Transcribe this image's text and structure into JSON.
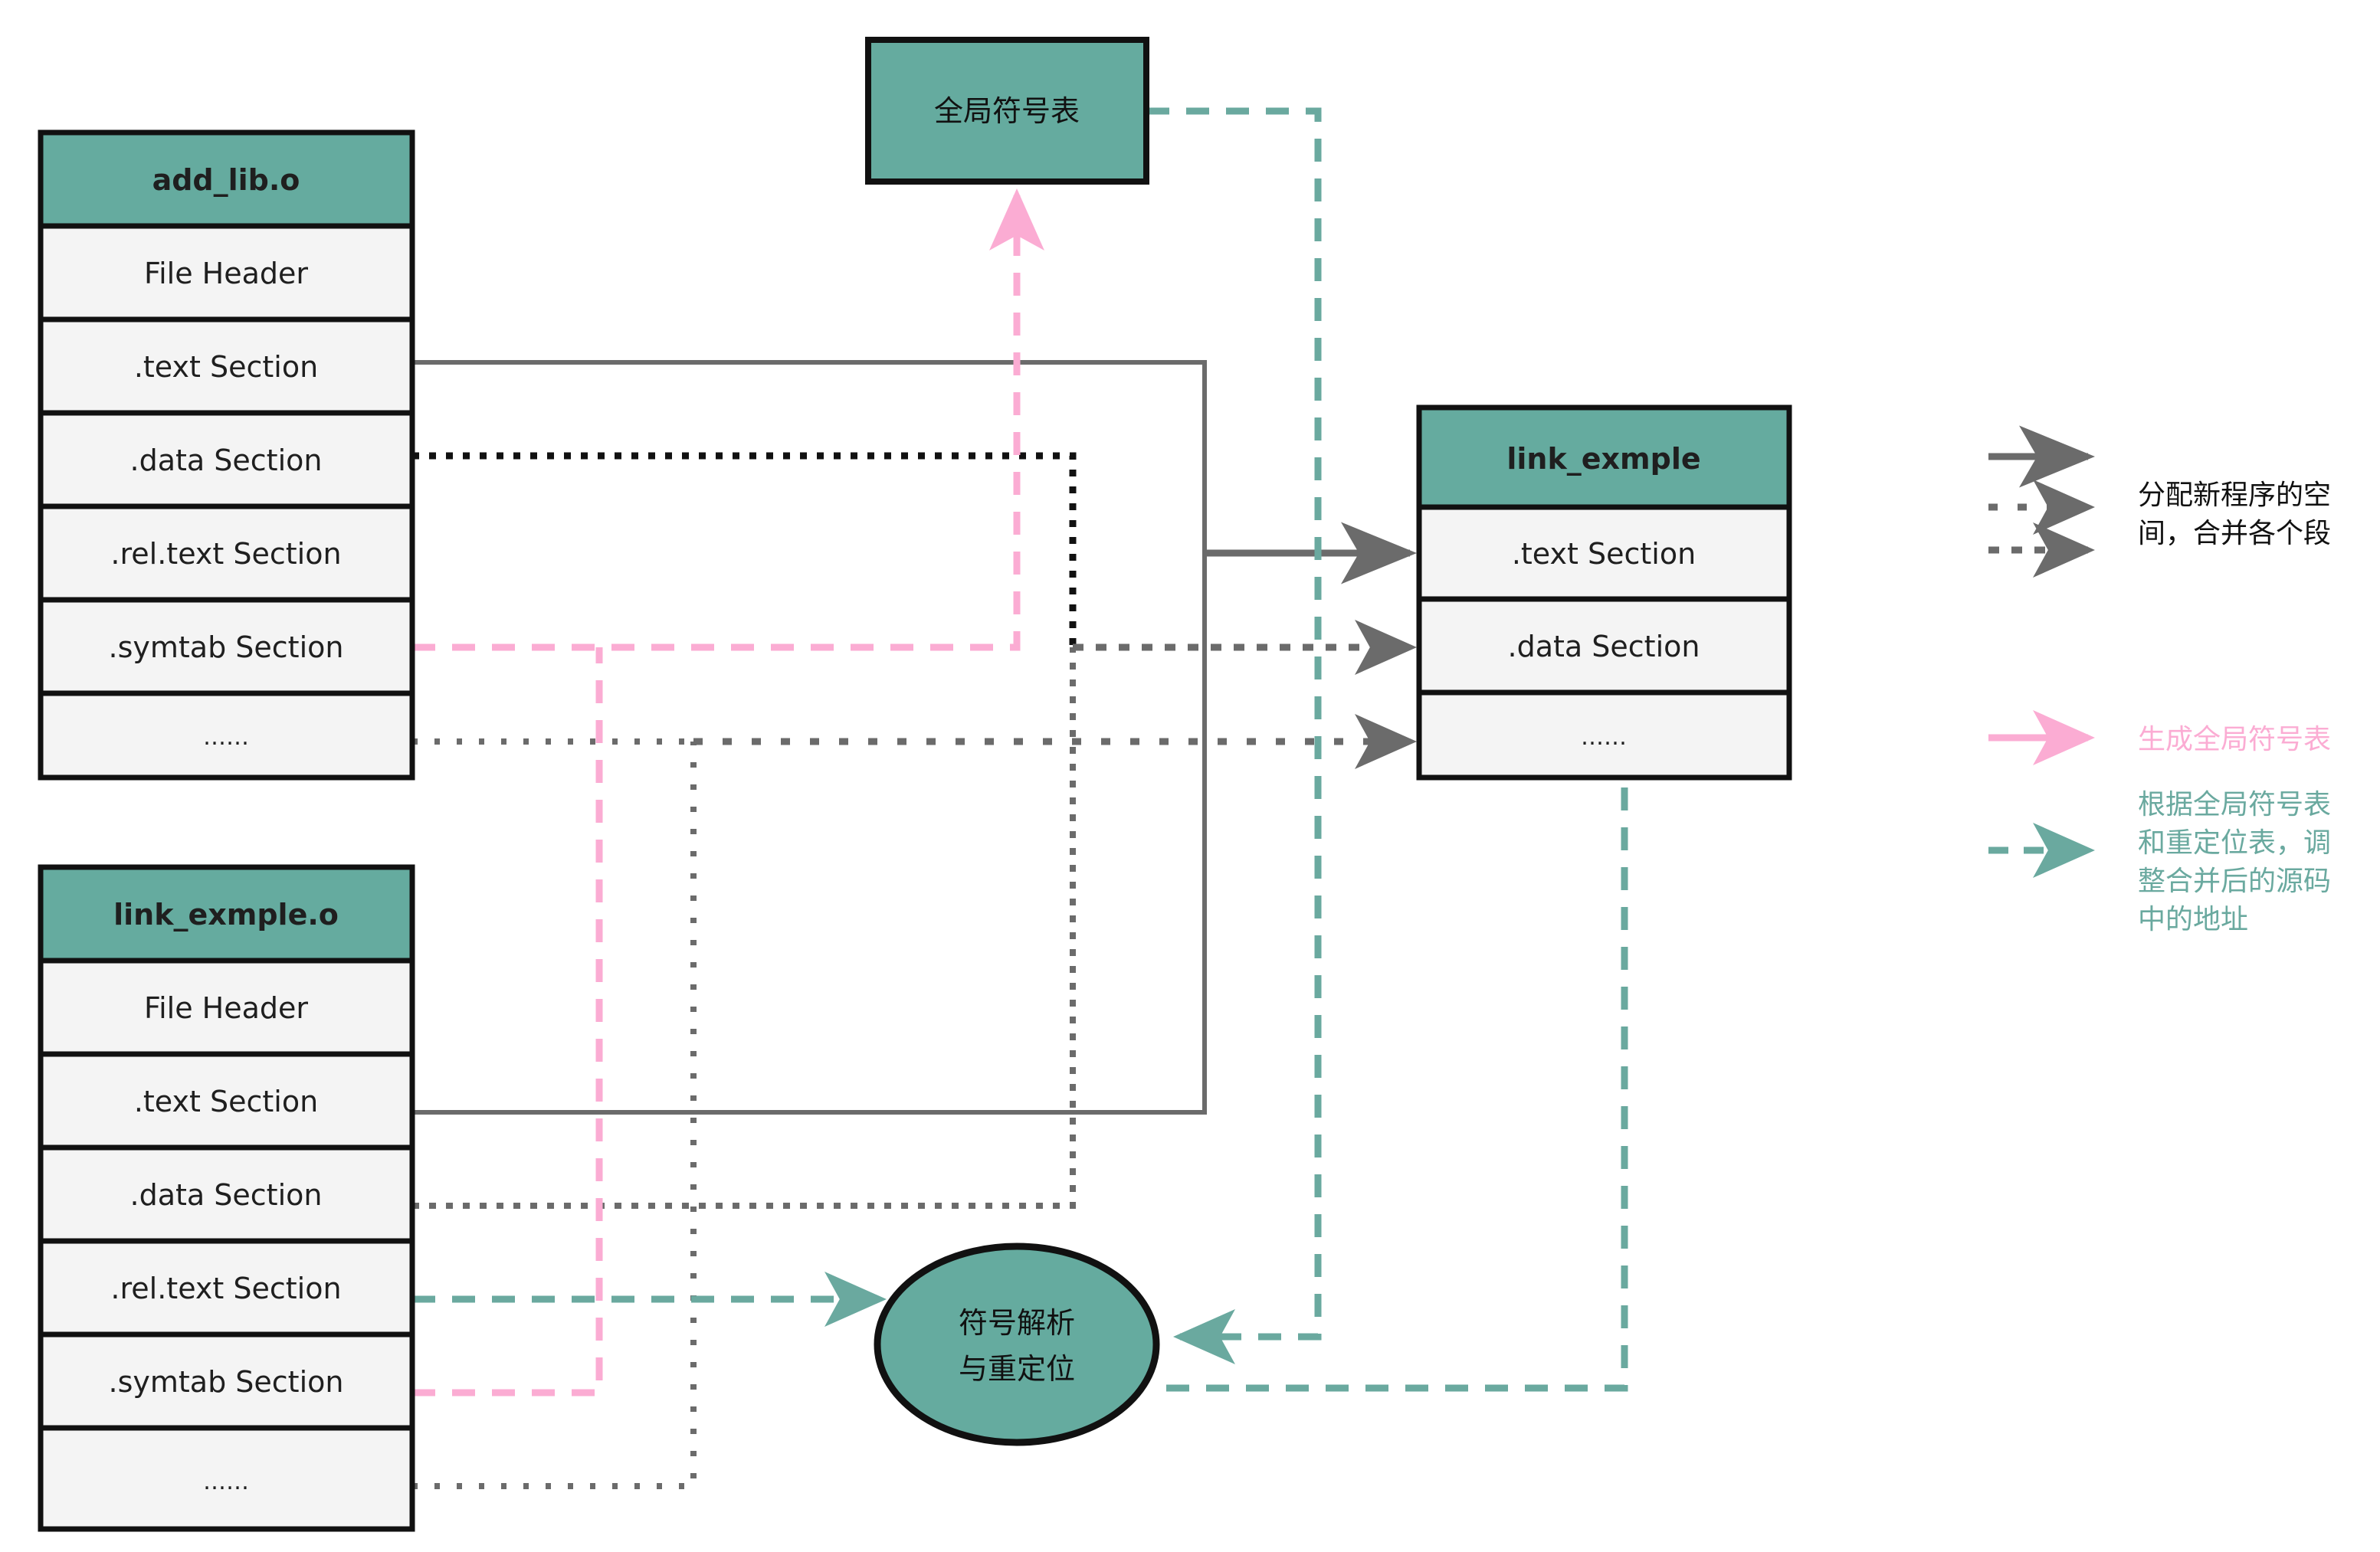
{
  "diagram": {
    "title_colors": {
      "teal": "#65ab9f",
      "teal_dark": "#4e9589",
      "pink": "#fbacd3",
      "gray": "#6b6b6b",
      "black": "#111111",
      "row_fill": "#f4f4f4"
    },
    "object_file_1": {
      "header": "add_lib.o",
      "rows": [
        "File Header",
        ".text Section",
        ".data Section",
        ".rel.text Section",
        ".symtab Section",
        "……"
      ]
    },
    "object_file_2": {
      "header": "link_exmple.o",
      "rows": [
        "File Header",
        ".text Section",
        ".data Section",
        ".rel.text Section",
        ".symtab Section",
        "……"
      ]
    },
    "output_file": {
      "header": "link_exmple",
      "rows": [
        ".text Section",
        ".data Section",
        "……"
      ]
    },
    "global_symbol_table": {
      "label": "全局符号表"
    },
    "resolver": {
      "line1": "符号解析",
      "line2": "与重定位"
    }
  },
  "legend": {
    "items": [
      {
        "id": "merge-sections",
        "style": "gray-solid-and-dotted",
        "text_line1": "分配新程序的空",
        "text_line2": "间，合并各个段",
        "color": "#111111"
      },
      {
        "id": "build-global-symtab",
        "style": "pink-solid",
        "text_line1": "生成全局符号表",
        "color": "#fbacd3"
      },
      {
        "id": "relocate-addresses",
        "style": "teal-dashed",
        "text_line1": "根据全局符号表",
        "text_line2": "和重定位表，调",
        "text_line3": "整合并后的源码",
        "text_line4": "中的地址",
        "color": "#6aa99f"
      }
    ]
  }
}
